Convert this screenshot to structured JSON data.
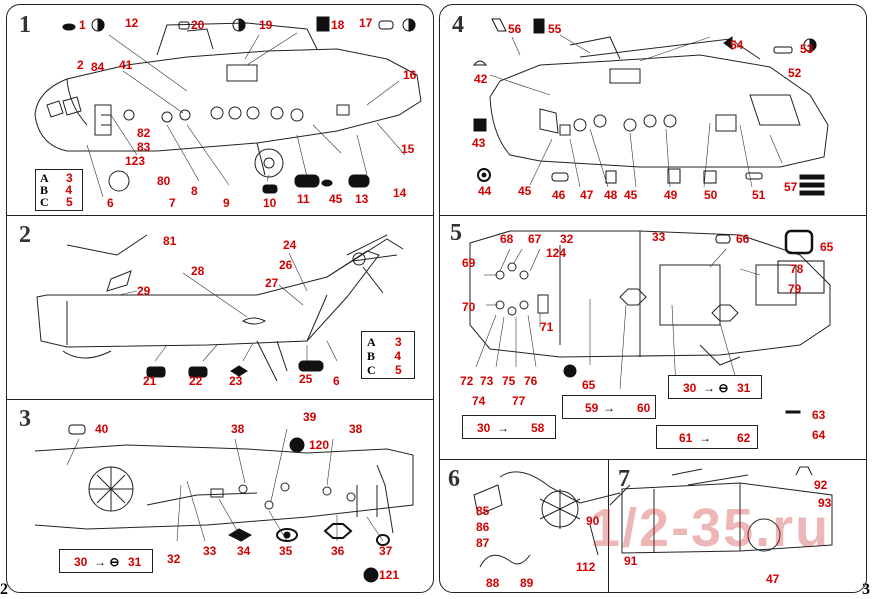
{
  "page_numbers": {
    "left": "2",
    "right": "3"
  },
  "steps": {
    "s1": {
      "number": "1",
      "callouts": [
        "1",
        "2",
        "3",
        "4",
        "5",
        "6",
        "7",
        "8",
        "9",
        "10",
        "11",
        "12",
        "13",
        "14",
        "15",
        "16",
        "17",
        "18",
        "19",
        "20",
        "41",
        "45",
        "80",
        "82",
        "83",
        "84",
        "123"
      ],
      "legend": {
        "rows": [
          {
            "letter": "A",
            "num": "3"
          },
          {
            "letter": "B",
            "num": "4"
          },
          {
            "letter": "C",
            "num": "5"
          }
        ]
      }
    },
    "s2": {
      "number": "2",
      "callouts": [
        "6",
        "21",
        "22",
        "23",
        "24",
        "25",
        "26",
        "27",
        "28",
        "29",
        "81"
      ],
      "legend": {
        "rows": [
          {
            "letter": "A",
            "num": "3"
          },
          {
            "letter": "B",
            "num": "4"
          },
          {
            "letter": "C",
            "num": "5"
          }
        ]
      }
    },
    "s3": {
      "number": "3",
      "callouts": [
        "32",
        "33",
        "34",
        "35",
        "36",
        "37",
        "38",
        "38",
        "39",
        "40",
        "120",
        "121"
      ],
      "eq": {
        "from": "30",
        "to": "31"
      }
    },
    "s4": {
      "number": "4",
      "callouts": [
        "42",
        "43",
        "44",
        "45",
        "45",
        "46",
        "47",
        "48",
        "49",
        "50",
        "51",
        "52",
        "53",
        "54",
        "55",
        "56",
        "57"
      ]
    },
    "s5": {
      "number": "5",
      "callouts": [
        "32",
        "33",
        "63",
        "64",
        "65",
        "65",
        "66",
        "67",
        "68",
        "69",
        "70",
        "71",
        "72",
        "73",
        "74",
        "75",
        "76",
        "77",
        "78",
        "79",
        "124"
      ],
      "eqs": [
        {
          "from": "30",
          "to": "58"
        },
        {
          "from": "59",
          "to": "60"
        },
        {
          "from": "30",
          "to": "31"
        },
        {
          "from": "61",
          "to": "62"
        }
      ]
    },
    "s6": {
      "number": "6",
      "callouts": [
        "85",
        "86",
        "87",
        "88",
        "89",
        "90",
        "112"
      ]
    },
    "s7": {
      "number": "7",
      "callouts": [
        "47",
        "91",
        "92",
        "93"
      ]
    }
  },
  "watermark": "1/2-35.ru"
}
